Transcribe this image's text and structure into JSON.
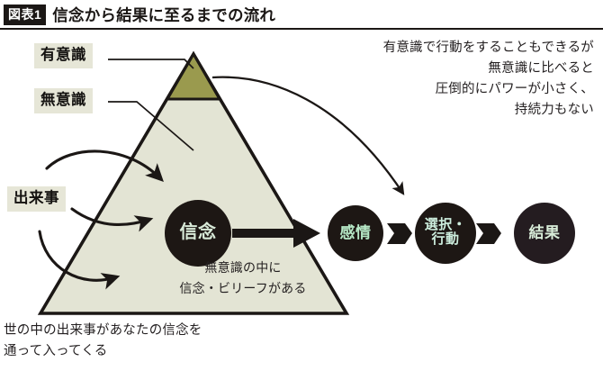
{
  "figure": {
    "badge": "図表1",
    "title": "信念から結果に至るまでの流れ"
  },
  "colors": {
    "ink": "#231f20",
    "badge_bg": "#1b1715",
    "tag_bg": "#e6e6d7",
    "triangle_body": "#e3e4d4",
    "triangle_apex": "#9a9a4e",
    "outline": "#1b1715",
    "node_fill": "#1d1714",
    "node_text_belief": "#d8ead8",
    "node_text_emotion": "#b6e8c6",
    "node_text_action": "#cdeede",
    "node_text_result": "#d8ecd8"
  },
  "tags": [
    {
      "id": "conscious",
      "label": "有意識"
    },
    {
      "id": "unconscious",
      "label": "無意識"
    },
    {
      "id": "events",
      "label": "出来事"
    }
  ],
  "nodes": [
    {
      "id": "belief",
      "label": "信念",
      "font_size": "20px",
      "color": "#d8ead8"
    },
    {
      "id": "emotion",
      "label": "感情",
      "font_size": "17px",
      "color": "#b6e8c6"
    },
    {
      "id": "action",
      "label": "選択・\n行動",
      "font_size": "15px",
      "color": "#cdeede"
    },
    {
      "id": "result",
      "label": "結果",
      "font_size": "17px",
      "color": "#d8ecd8"
    }
  ],
  "annotations": {
    "right_note": [
      "有意識で行動をすることもできるが",
      "無意識に比べると",
      "圧倒的にパワーが小さく、",
      "持続力もない"
    ],
    "inside_triangle": [
      "無意識の中に",
      "信念・ビリーフがある"
    ],
    "bottom_caption": [
      "世の中の出来事があなたの信念を",
      "通って入ってくる"
    ]
  },
  "flow": {
    "arrow_belief_to_emotion": "thick-right-arrow",
    "arrow_emotion_to_action": "chevron-right-arrow",
    "arrow_action_to_result": "chevron-right-arrow",
    "incoming_event_arrows": 3,
    "conscious_curve": "apex-to-action-curve"
  }
}
